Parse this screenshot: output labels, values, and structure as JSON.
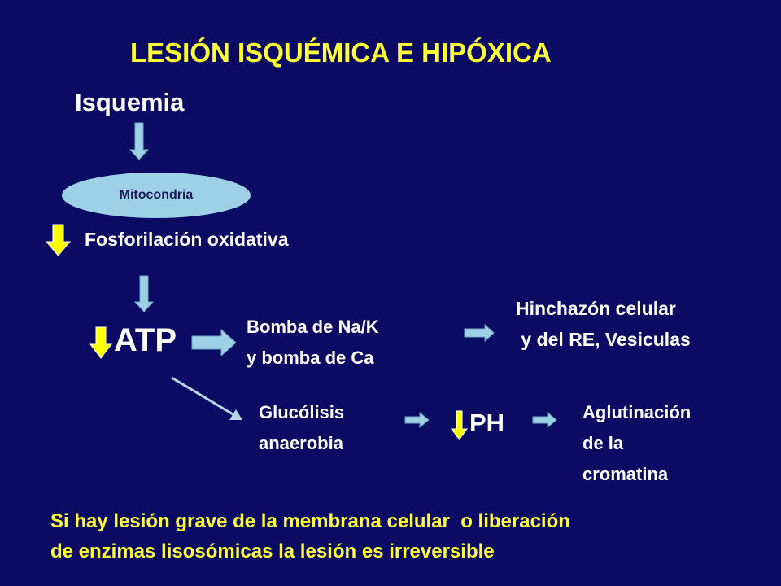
{
  "slide": {
    "title": "LESIÓN ISQUÉMICA E HIPÓXICA",
    "isquemia": "Isquemia",
    "mitocondria": "Mitocondria",
    "fosforilacion": "Fosforilación oxidativa",
    "atp": "ATP",
    "bomba_line1": "Bomba de Na/K",
    "bomba_line2": "y bomba de Ca",
    "hinchazon_line1": "Hinchazón celular",
    "hinchazon_line2": " y del RE, Vesiculas",
    "glucolisis_line1": "Glucólisis",
    "glucolisis_line2": "anaerobia",
    "ph": "PH",
    "aglutinacion_line1": "Aglutinación",
    "aglutinacion_line2": "de la",
    "aglutinacion_line3": "cromatina",
    "footer_line1": "Si hay lesión grave de la membrana celular  o liberación",
    "footer_line2": "de enzimas lisosómicas la lesión es irreversible"
  },
  "colors": {
    "background": "#0b0b63",
    "title_yellow": "#ffff33",
    "arrow_light": "#9fd1e6",
    "arrow_yellow": "#ffff00",
    "ellipse": "#9fd1e6"
  }
}
